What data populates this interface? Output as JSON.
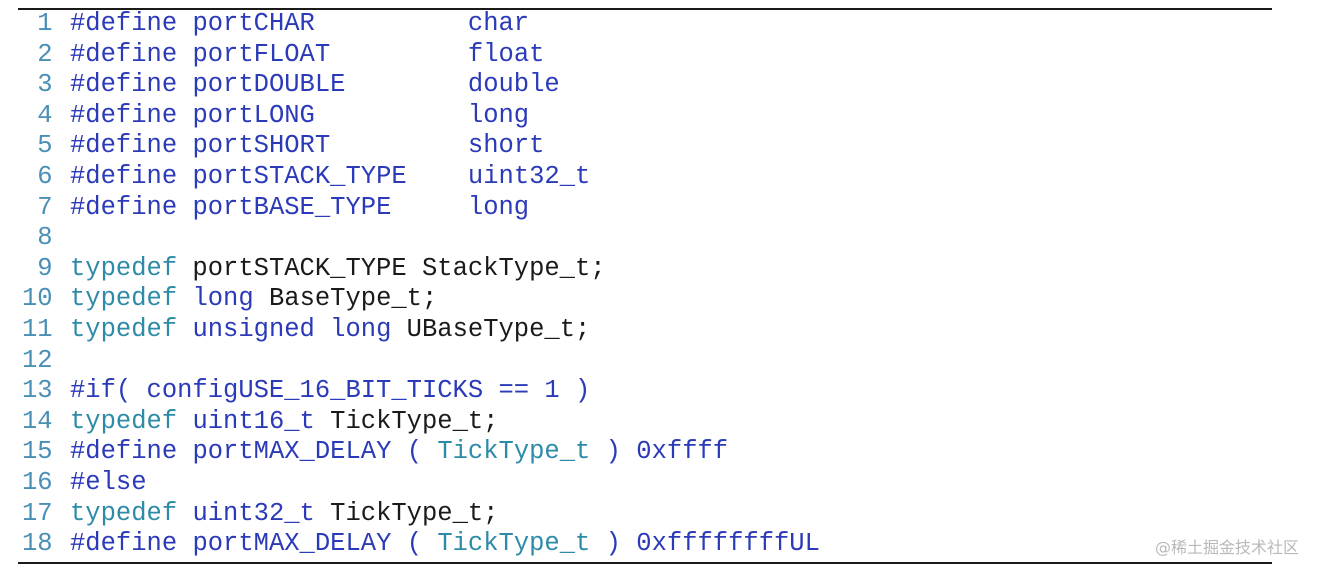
{
  "code_lines": [
    {
      "num": " 1",
      "segments": [
        {
          "t": "#define",
          "c": "kw"
        },
        {
          "t": " ",
          "c": "tx"
        },
        {
          "t": "portCHAR",
          "c": "kw"
        },
        {
          "t": "          ",
          "c": "tx"
        },
        {
          "t": "char",
          "c": "kw"
        }
      ]
    },
    {
      "num": " 2",
      "segments": [
        {
          "t": "#define",
          "c": "kw"
        },
        {
          "t": " ",
          "c": "tx"
        },
        {
          "t": "portFLOAT",
          "c": "kw"
        },
        {
          "t": "         ",
          "c": "tx"
        },
        {
          "t": "float",
          "c": "kw"
        }
      ]
    },
    {
      "num": " 3",
      "segments": [
        {
          "t": "#define",
          "c": "kw"
        },
        {
          "t": " ",
          "c": "tx"
        },
        {
          "t": "portDOUBLE",
          "c": "kw"
        },
        {
          "t": "        ",
          "c": "tx"
        },
        {
          "t": "double",
          "c": "kw"
        }
      ]
    },
    {
      "num": " 4",
      "segments": [
        {
          "t": "#define",
          "c": "kw"
        },
        {
          "t": " ",
          "c": "tx"
        },
        {
          "t": "portLONG",
          "c": "kw"
        },
        {
          "t": "          ",
          "c": "tx"
        },
        {
          "t": "long",
          "c": "kw"
        }
      ]
    },
    {
      "num": " 5",
      "segments": [
        {
          "t": "#define",
          "c": "kw"
        },
        {
          "t": " ",
          "c": "tx"
        },
        {
          "t": "portSHORT",
          "c": "kw"
        },
        {
          "t": "         ",
          "c": "tx"
        },
        {
          "t": "short",
          "c": "kw"
        }
      ]
    },
    {
      "num": " 6",
      "segments": [
        {
          "t": "#define",
          "c": "kw"
        },
        {
          "t": " ",
          "c": "tx"
        },
        {
          "t": "portSTACK_TYPE",
          "c": "kw"
        },
        {
          "t": "    ",
          "c": "tx"
        },
        {
          "t": "uint32_t",
          "c": "kw"
        }
      ]
    },
    {
      "num": " 7",
      "segments": [
        {
          "t": "#define",
          "c": "kw"
        },
        {
          "t": " ",
          "c": "tx"
        },
        {
          "t": "portBASE_TYPE",
          "c": "kw"
        },
        {
          "t": "     ",
          "c": "tx"
        },
        {
          "t": "long",
          "c": "kw"
        }
      ]
    },
    {
      "num": " 8",
      "segments": []
    },
    {
      "num": " 9",
      "segments": [
        {
          "t": "typedef",
          "c": "tk"
        },
        {
          "t": " portSTACK_TYPE StackType_t;",
          "c": "tx"
        }
      ]
    },
    {
      "num": "10",
      "segments": [
        {
          "t": "typedef",
          "c": "tk"
        },
        {
          "t": " ",
          "c": "tx"
        },
        {
          "t": "long",
          "c": "kw"
        },
        {
          "t": " BaseType_t;",
          "c": "tx"
        }
      ]
    },
    {
      "num": "11",
      "segments": [
        {
          "t": "typedef",
          "c": "tk"
        },
        {
          "t": " ",
          "c": "tx"
        },
        {
          "t": "unsigned long",
          "c": "kw"
        },
        {
          "t": " UBaseType_t;",
          "c": "tx"
        }
      ]
    },
    {
      "num": "12",
      "segments": []
    },
    {
      "num": "13",
      "segments": [
        {
          "t": "#if( configUSE_16_BIT_TICKS == 1 )",
          "c": "kw"
        }
      ]
    },
    {
      "num": "14",
      "segments": [
        {
          "t": "typedef",
          "c": "tk"
        },
        {
          "t": " ",
          "c": "tx"
        },
        {
          "t": "uint16_t",
          "c": "kw"
        },
        {
          "t": " TickType_t;",
          "c": "tx"
        }
      ]
    },
    {
      "num": "15",
      "segments": [
        {
          "t": "#define",
          "c": "kw"
        },
        {
          "t": " ",
          "c": "tx"
        },
        {
          "t": "portMAX_DELAY",
          "c": "kw"
        },
        {
          "t": " ",
          "c": "tx"
        },
        {
          "t": "(",
          "c": "kw"
        },
        {
          "t": " ",
          "c": "tx"
        },
        {
          "t": "TickType_t",
          "c": "tk"
        },
        {
          "t": " ",
          "c": "tx"
        },
        {
          "t": ")",
          "c": "kw"
        },
        {
          "t": " ",
          "c": "tx"
        },
        {
          "t": "0xffff",
          "c": "kw"
        }
      ]
    },
    {
      "num": "16",
      "segments": [
        {
          "t": "#else",
          "c": "kw"
        }
      ]
    },
    {
      "num": "17",
      "segments": [
        {
          "t": "typedef",
          "c": "tk"
        },
        {
          "t": " ",
          "c": "tx"
        },
        {
          "t": "uint32_t",
          "c": "kw"
        },
        {
          "t": " TickType_t;",
          "c": "tx"
        }
      ]
    },
    {
      "num": "18",
      "segments": [
        {
          "t": "#define",
          "c": "kw"
        },
        {
          "t": " ",
          "c": "tx"
        },
        {
          "t": "portMAX_DELAY",
          "c": "kw"
        },
        {
          "t": " ",
          "c": "tx"
        },
        {
          "t": "(",
          "c": "kw"
        },
        {
          "t": " ",
          "c": "tx"
        },
        {
          "t": "TickType_t",
          "c": "tk"
        },
        {
          "t": " ",
          "c": "tx"
        },
        {
          "t": ")",
          "c": "kw"
        },
        {
          "t": " ",
          "c": "tx"
        },
        {
          "t": "0xffffffffUL",
          "c": "kw"
        }
      ]
    }
  ],
  "watermark": "@稀土掘金技术社区",
  "colors": {
    "keyword": "#2b3ab8",
    "typedef_keyword": "#2e8ba8",
    "line_number": "#4a8fb5",
    "plain_text": "#1a1a1a"
  }
}
